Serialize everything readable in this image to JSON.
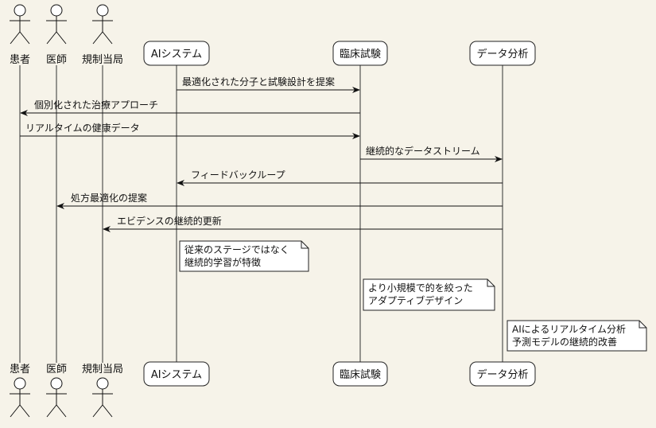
{
  "participants": [
    {
      "id": "patient",
      "label": "患者",
      "kind": "actor"
    },
    {
      "id": "physician",
      "label": "医師",
      "kind": "actor"
    },
    {
      "id": "regulator",
      "label": "規制当局",
      "kind": "actor"
    },
    {
      "id": "ai",
      "label": "AIシステム",
      "kind": "box"
    },
    {
      "id": "trial",
      "label": "臨床試験",
      "kind": "box"
    },
    {
      "id": "analysis",
      "label": "データ分析",
      "kind": "box"
    }
  ],
  "messages": [
    {
      "from": "ai",
      "to": "trial",
      "label": "最適化された分子と試験設計を提案"
    },
    {
      "from": "trial",
      "to": "patient",
      "label": "個別化された治療アプローチ"
    },
    {
      "from": "patient",
      "to": "trial",
      "label": "リアルタイムの健康データ"
    },
    {
      "from": "trial",
      "to": "analysis",
      "label": "継続的なデータストリーム"
    },
    {
      "from": "analysis",
      "to": "ai",
      "label": "フィードバックループ"
    },
    {
      "from": "analysis",
      "to": "physician",
      "label": "処方最適化の提案"
    },
    {
      "from": "analysis",
      "to": "regulator",
      "label": "エビデンスの継続的更新"
    }
  ],
  "notes": [
    {
      "over": "ai",
      "lines": [
        "従来のステージではなく",
        "継続的学習が特徴"
      ]
    },
    {
      "over": "trial",
      "lines": [
        "より小規模で的を絞った",
        "アダプティブデザイン"
      ]
    },
    {
      "over": "analysis",
      "lines": [
        "AIによるリアルタイム分析",
        "予測モデルの継続的改善"
      ]
    }
  ]
}
